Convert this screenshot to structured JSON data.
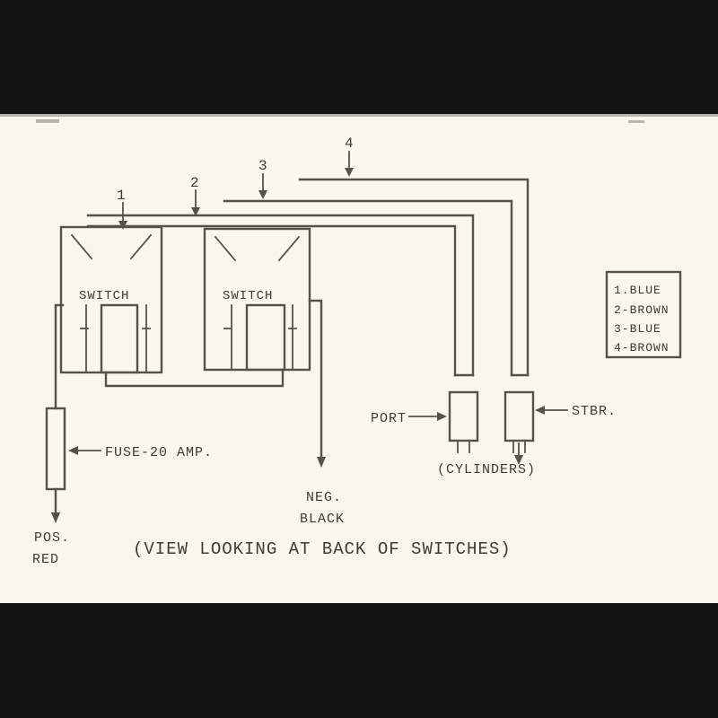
{
  "diagram": {
    "caption": "(VIEW LOOKING AT BACK OF SWITCHES)",
    "wires": {
      "labels": [
        "1",
        "2",
        "3",
        "4"
      ]
    },
    "switches": {
      "left": "SWITCH",
      "right": "SWITCH"
    },
    "fuse": {
      "label": "FUSE-20 AMP."
    },
    "positive": {
      "line1": "POS.",
      "line2": "RED"
    },
    "negative": {
      "line1": "NEG.",
      "line2": "BLACK"
    },
    "cylinders": {
      "port": "PORT",
      "starboard": "STBR.",
      "caption": "(CYLINDERS)"
    },
    "legend": {
      "items": [
        "1.BLUE",
        "2-BROWN",
        "3-BLUE",
        "4-BROWN"
      ]
    },
    "colors": {
      "paper": "#f8f6f1",
      "ink": "#55524c",
      "letterbox": "#141414"
    }
  }
}
